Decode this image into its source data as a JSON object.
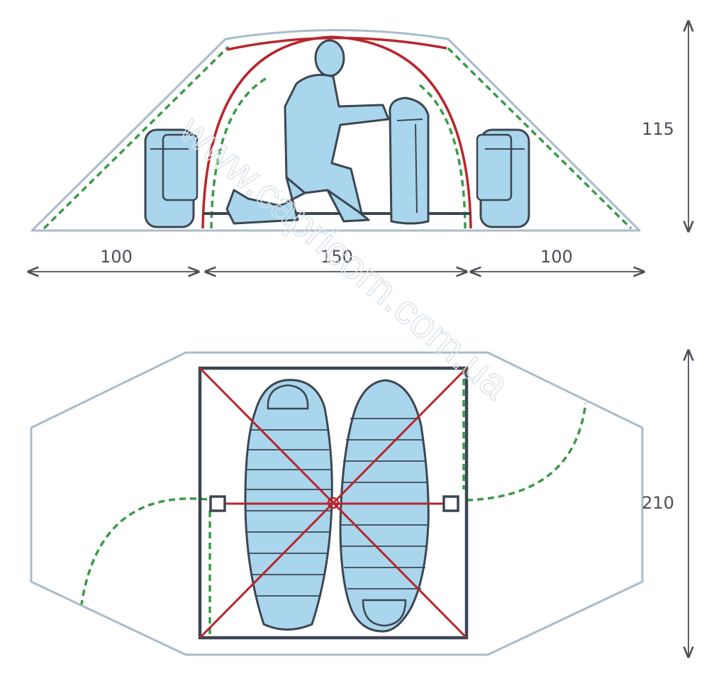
{
  "dimensions": {
    "side_left": "100",
    "side_center": "150",
    "side_right": "100",
    "side_height": "115",
    "floor_depth": "210"
  },
  "watermark": "www.capricorn.com.ua",
  "colors": {
    "outline": "#9fb3c2",
    "pole": "#b8262c",
    "inner_tent": "#3a9a48",
    "fill": "#a9d6ec",
    "ink": "#4a4f55"
  }
}
